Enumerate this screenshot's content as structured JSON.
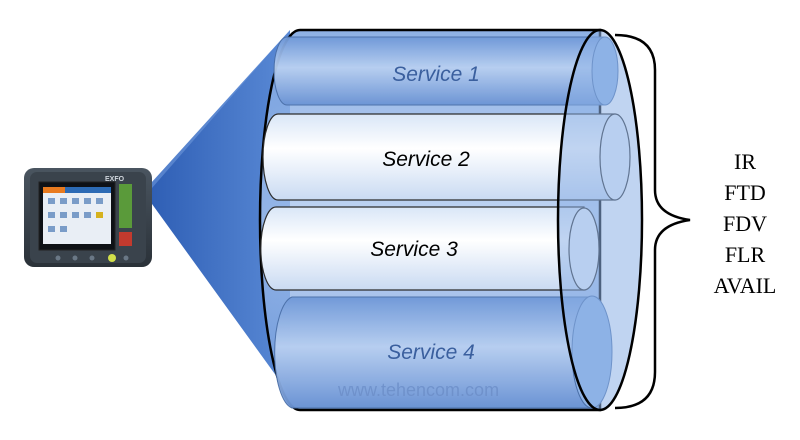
{
  "services": [
    {
      "label": "Service 1",
      "style": "blue"
    },
    {
      "label": "Service 2",
      "style": "white"
    },
    {
      "label": "Service 3",
      "style": "white"
    },
    {
      "label": "Service 4",
      "style": "blue"
    }
  ],
  "metrics": [
    "IR",
    "FTD",
    "FDV",
    "FLR",
    "AVAIL"
  ],
  "device": {
    "brand": "EXFO"
  },
  "watermark": "www.tehencom.com",
  "colors": {
    "cone": "#4f7fd0",
    "cylinder": "#8fb3e6",
    "blue_tube": "#7fa6de",
    "white_tube": "#ffffff",
    "outline": "#000000"
  }
}
